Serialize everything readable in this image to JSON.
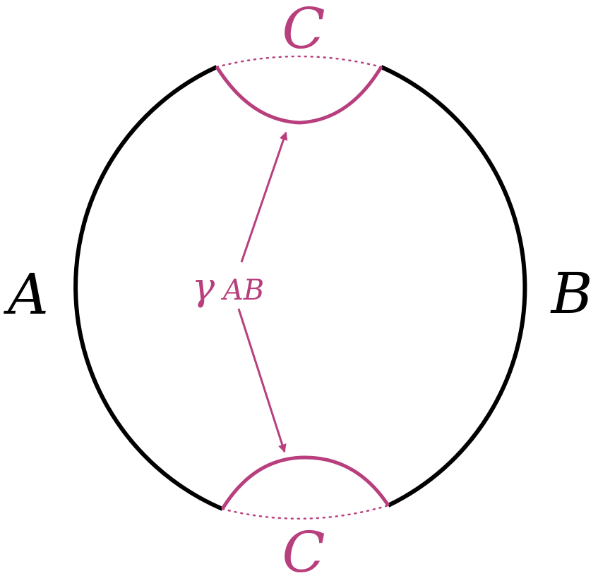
{
  "colors": {
    "boundary": "#000000",
    "accent": "#b83f7d",
    "background": "#ffffff"
  },
  "labels": {
    "left_region": "A",
    "right_region": "B",
    "top_region": "C",
    "bottom_region": "C",
    "geodesic_symbol": "γ",
    "geodesic_subscript": "AB"
  }
}
